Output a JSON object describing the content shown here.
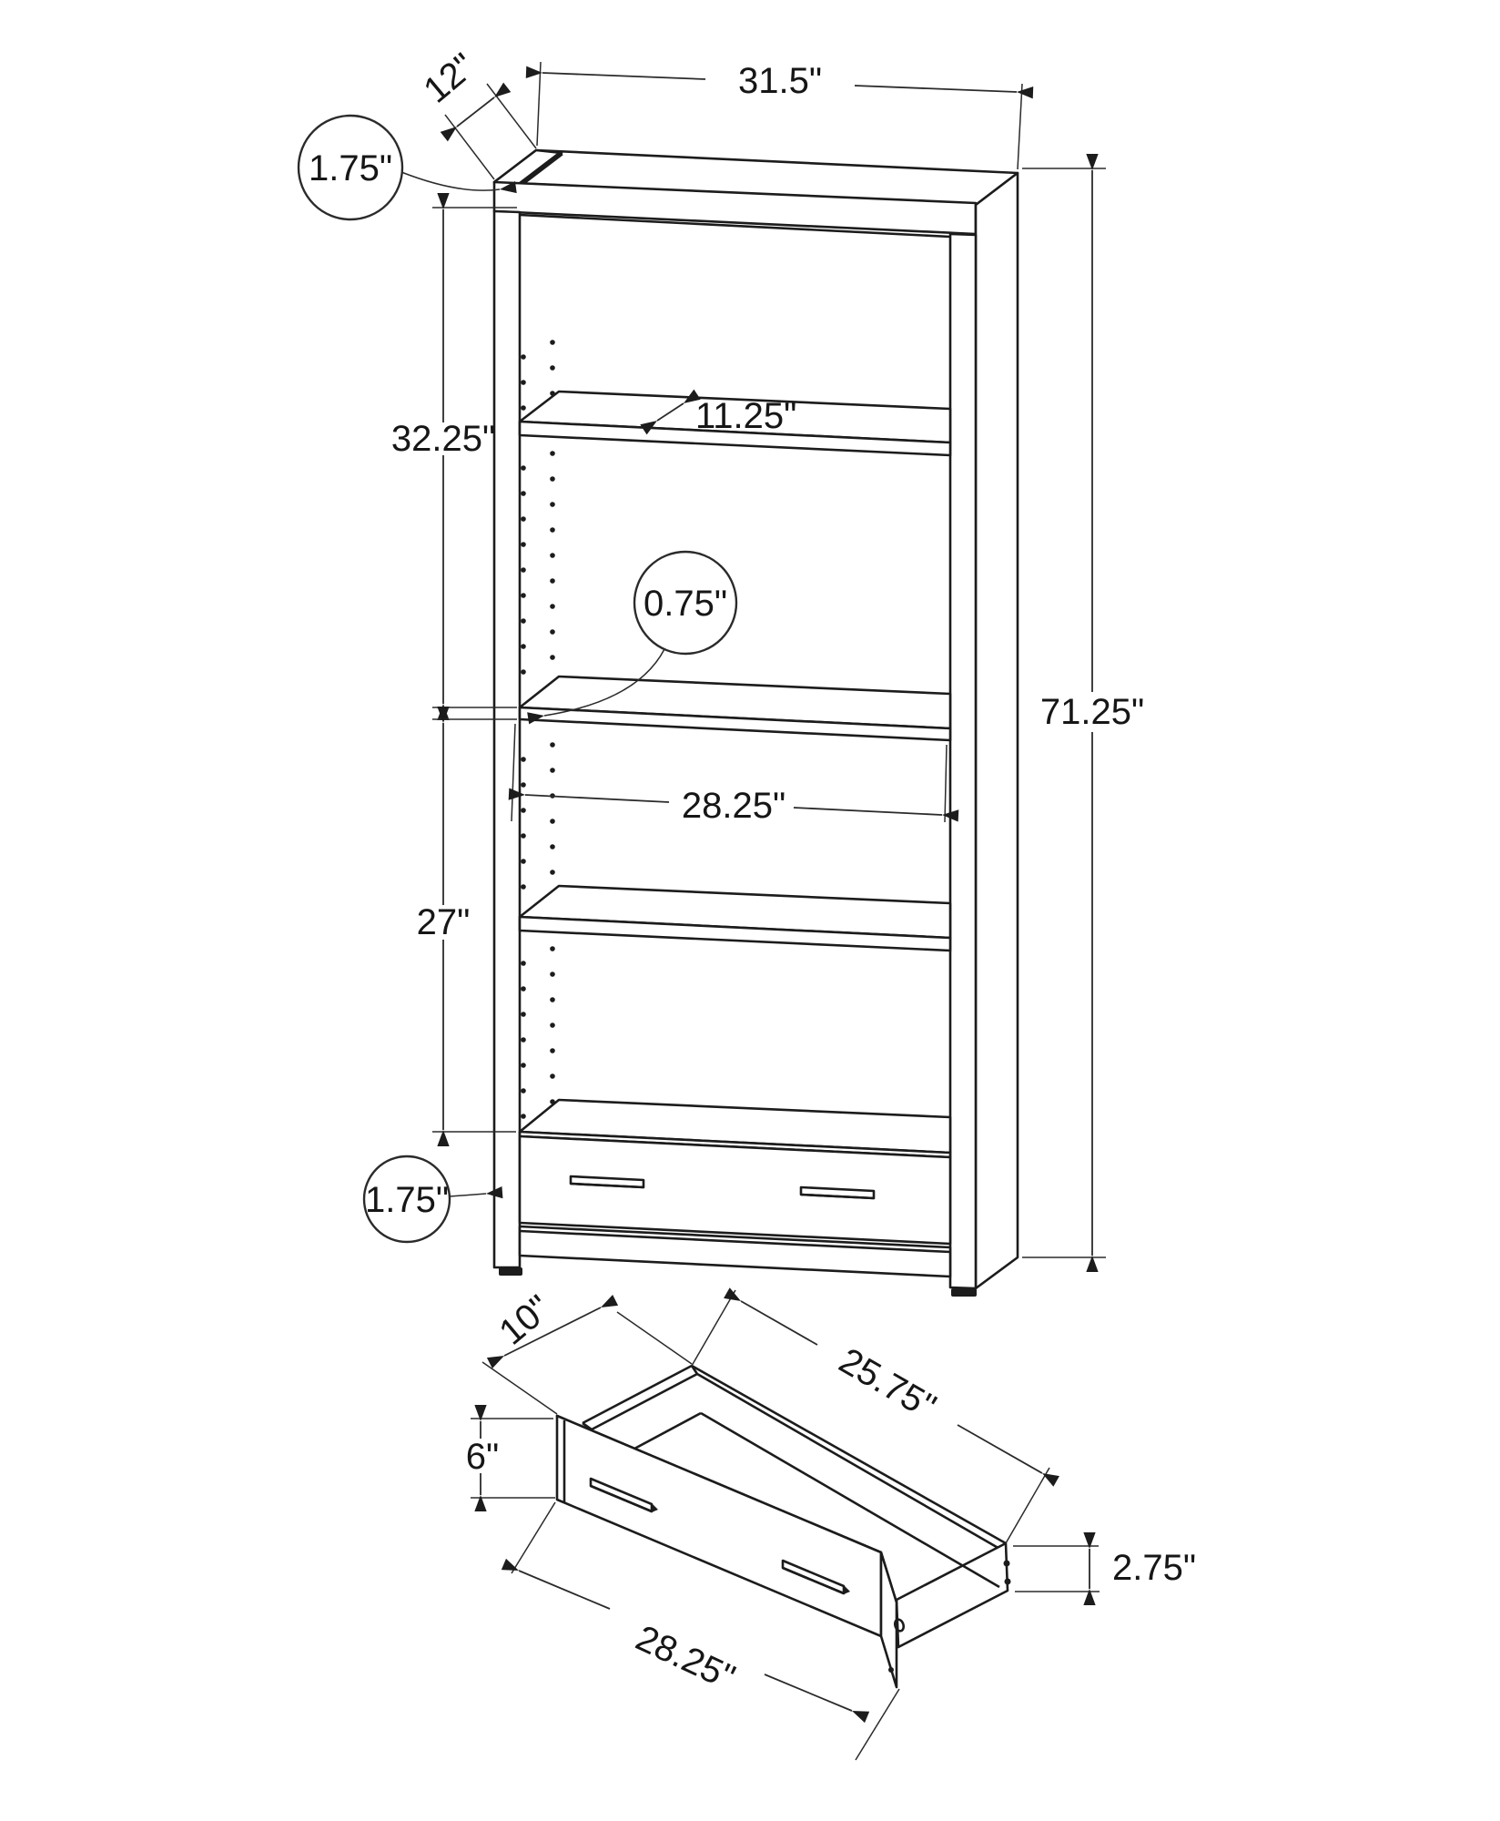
{
  "diagram": {
    "type": "furniture-dimension-drawing",
    "units": "inches",
    "bookcase": {
      "labels": {
        "depth": "12\"",
        "width": "31.5\"",
        "top_panel_thickness": "1.75\"",
        "upper_opening_height": "32.25\"",
        "shelf_depth": "11.25\"",
        "shelf_thickness": "0.75\"",
        "interior_width": "28.25\"",
        "lower_opening_height": "27\"",
        "overall_height": "71.25\"",
        "side_panel_thickness": "1.75\""
      }
    },
    "drawer": {
      "labels": {
        "depth": "10\"",
        "box_width": "25.75\"",
        "front_height": "6\"",
        "side_height": "2.75\"",
        "front_width": "28.25\""
      }
    },
    "colors": {
      "line": "#1c1c1c",
      "background": "#ffffff"
    }
  }
}
